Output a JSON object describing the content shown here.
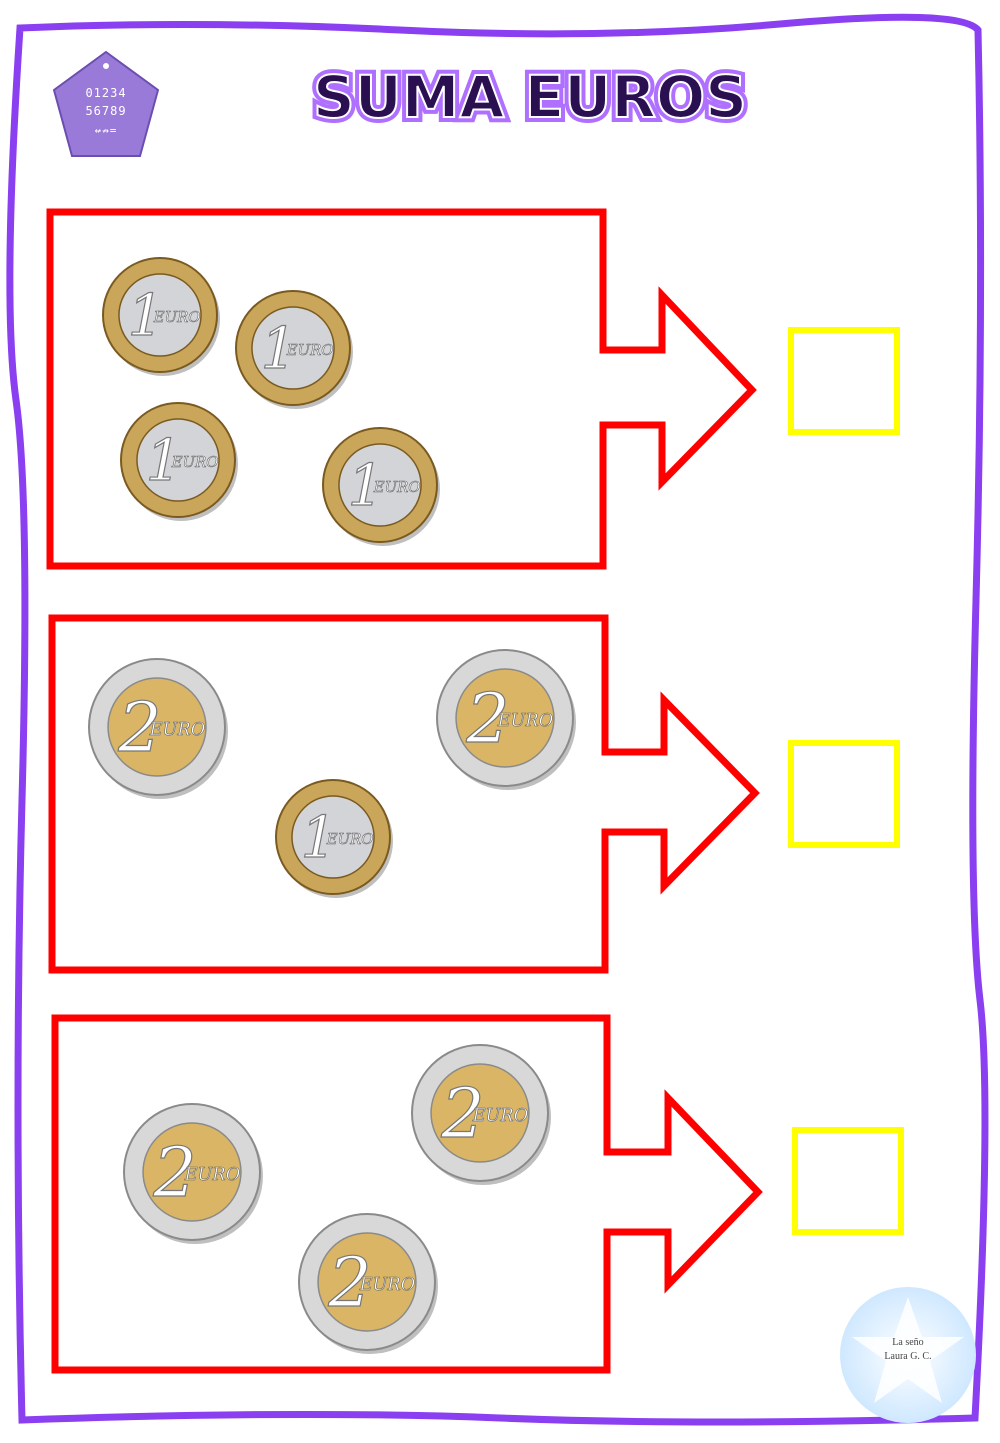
{
  "title": "SUMA EUROS",
  "logo": {
    "row1": "01234",
    "row2": "56789",
    "row3": "↚↛="
  },
  "badge": {
    "line1": "La seño",
    "line2": "Laura G. C."
  },
  "coin_label": "EURO",
  "colors": {
    "page_border": "#8a3ff0",
    "arrow": "#ff0000",
    "answer_box": "#ffff00",
    "title_fill": "#2a1050",
    "title_glow": "#b070ff",
    "logo": "#9a7ad8",
    "badge": "#cfe8ff"
  },
  "exercises": [
    {
      "coins": [
        1,
        1,
        1,
        1
      ],
      "answer": ""
    },
    {
      "coins": [
        2,
        2,
        1
      ],
      "answer": ""
    },
    {
      "coins": [
        2,
        2,
        2
      ],
      "answer": ""
    }
  ]
}
